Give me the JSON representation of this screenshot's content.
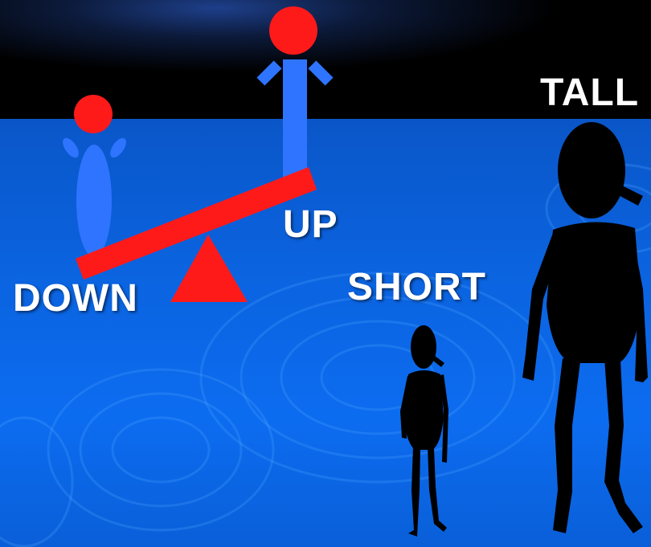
{
  "labels": {
    "down": "DOWN",
    "up": "UP",
    "short": "SHORT",
    "tall": "TALL"
  },
  "colors": {
    "background_top": "#000000",
    "water_blue": "#0b63df",
    "figure_blue": "#2f74ff",
    "head_red": "#ff1a1a",
    "seesaw_red": "#ff1a1a",
    "silhouette": "#000000",
    "text": "#ffffff"
  },
  "icons": [
    "seesaw-icon",
    "person-down-icon",
    "person-up-icon",
    "short-silhouette-icon",
    "tall-silhouette-icon"
  ]
}
